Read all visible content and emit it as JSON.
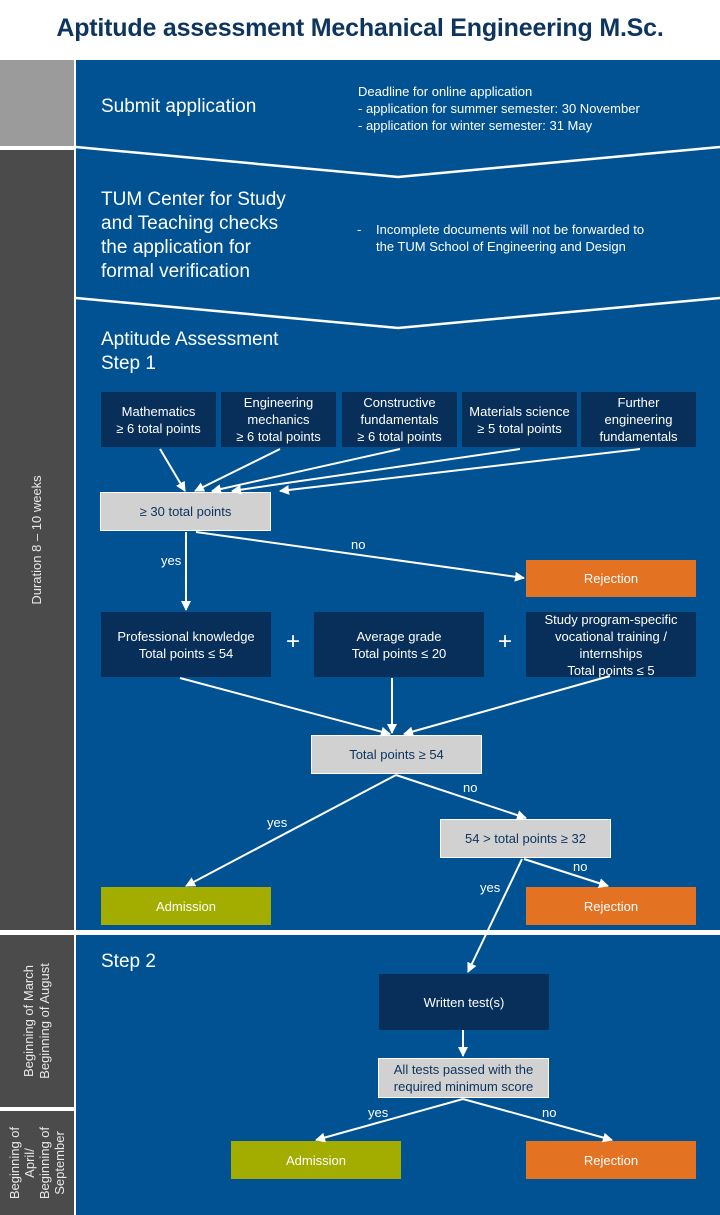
{
  "title": "Aptitude assessment Mechanical Engineering M.Sc.",
  "timeline": {
    "duration": "Duration 8 – 10 weeks",
    "step2_period": [
      "Beginning of March",
      "Beginning of August"
    ],
    "result_period": [
      "Beginning of",
      "April/",
      "Beginning of",
      "September"
    ]
  },
  "submit": {
    "heading": "Submit application",
    "note_title": "Deadline for online application",
    "note_lines": [
      "- application for summer semester: 30 November",
      "- application for winter semester: 31 May"
    ]
  },
  "check": {
    "heading_lines": [
      "TUM Center for Study",
      "and Teaching checks",
      "the application for",
      "formal verification"
    ],
    "note_bullet": "-",
    "note_lines": [
      "Incomplete documents will not be forwarded to",
      "the TUM School of Engineering and Design"
    ]
  },
  "step1": {
    "heading_lines": [
      "Aptitude Assessment",
      "Step 1"
    ],
    "subjects": [
      {
        "lines": [
          "Mathematics",
          "≥ 6 total points"
        ]
      },
      {
        "lines": [
          "Engineering",
          "mechanics",
          "≥ 6 total points"
        ]
      },
      {
        "lines": [
          "Constructive",
          "fundamentals",
          "≥ 6 total points"
        ]
      },
      {
        "lines": [
          "Materials science",
          "≥ 5 total points"
        ]
      },
      {
        "lines": [
          "Further",
          "engineering",
          "fundamentals"
        ]
      }
    ],
    "threshold": "≥ 30 total points",
    "yes": "yes",
    "no": "no",
    "rejection": "Rejection",
    "criteria": [
      {
        "lines": [
          "Professional knowledge",
          "Total points ≤ 54"
        ]
      },
      {
        "lines": [
          "Average grade",
          "Total points ≤ 20"
        ]
      },
      {
        "lines": [
          "Study program-specific",
          "vocational training /",
          "internships",
          "Total points ≤ 5"
        ]
      }
    ],
    "plus": "+",
    "total_check": "Total points ≥ 54",
    "total_yes": "yes",
    "total_no": "no",
    "mid_check": "54 > total points ≥ 32",
    "mid_yes": "yes",
    "mid_no": "no",
    "admission": "Admission",
    "rejection2": "Rejection"
  },
  "step2": {
    "heading": "Step 2",
    "written_test": "Written test(s)",
    "pass_check_lines": [
      "All tests passed with the",
      "required minimum score"
    ],
    "yes": "yes",
    "no": "no",
    "admission": "Admission",
    "rejection": "Rejection"
  },
  "colors": {
    "main_blue": "#005293",
    "dark_blue": "#072f5a",
    "admission_green": "#a2ad00",
    "rejection_orange": "#e37222",
    "check_grey": "#d1d1d1",
    "sidebar_grey": "#4b4b4b"
  }
}
